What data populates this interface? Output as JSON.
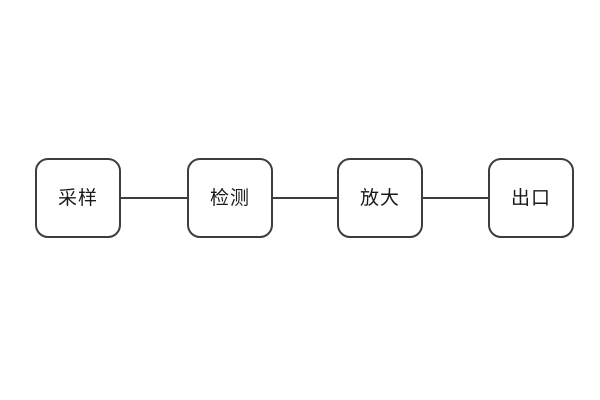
{
  "diagram": {
    "type": "flowchart",
    "orientation": "horizontal",
    "nodes": [
      {
        "id": "sampling",
        "label": "采样"
      },
      {
        "id": "detection",
        "label": "检测"
      },
      {
        "id": "amplification",
        "label": "放大"
      },
      {
        "id": "outlet",
        "label": "出口"
      }
    ],
    "connections": [
      {
        "from": "sampling",
        "to": "detection"
      },
      {
        "from": "detection",
        "to": "amplification"
      },
      {
        "from": "amplification",
        "to": "outlet"
      }
    ],
    "colors": {
      "background": "#ffffff",
      "node_fill": "#ffffff",
      "node_border": "#3d3d3d",
      "connector": "#3d3d3d",
      "text": "#1a1a1a"
    }
  }
}
